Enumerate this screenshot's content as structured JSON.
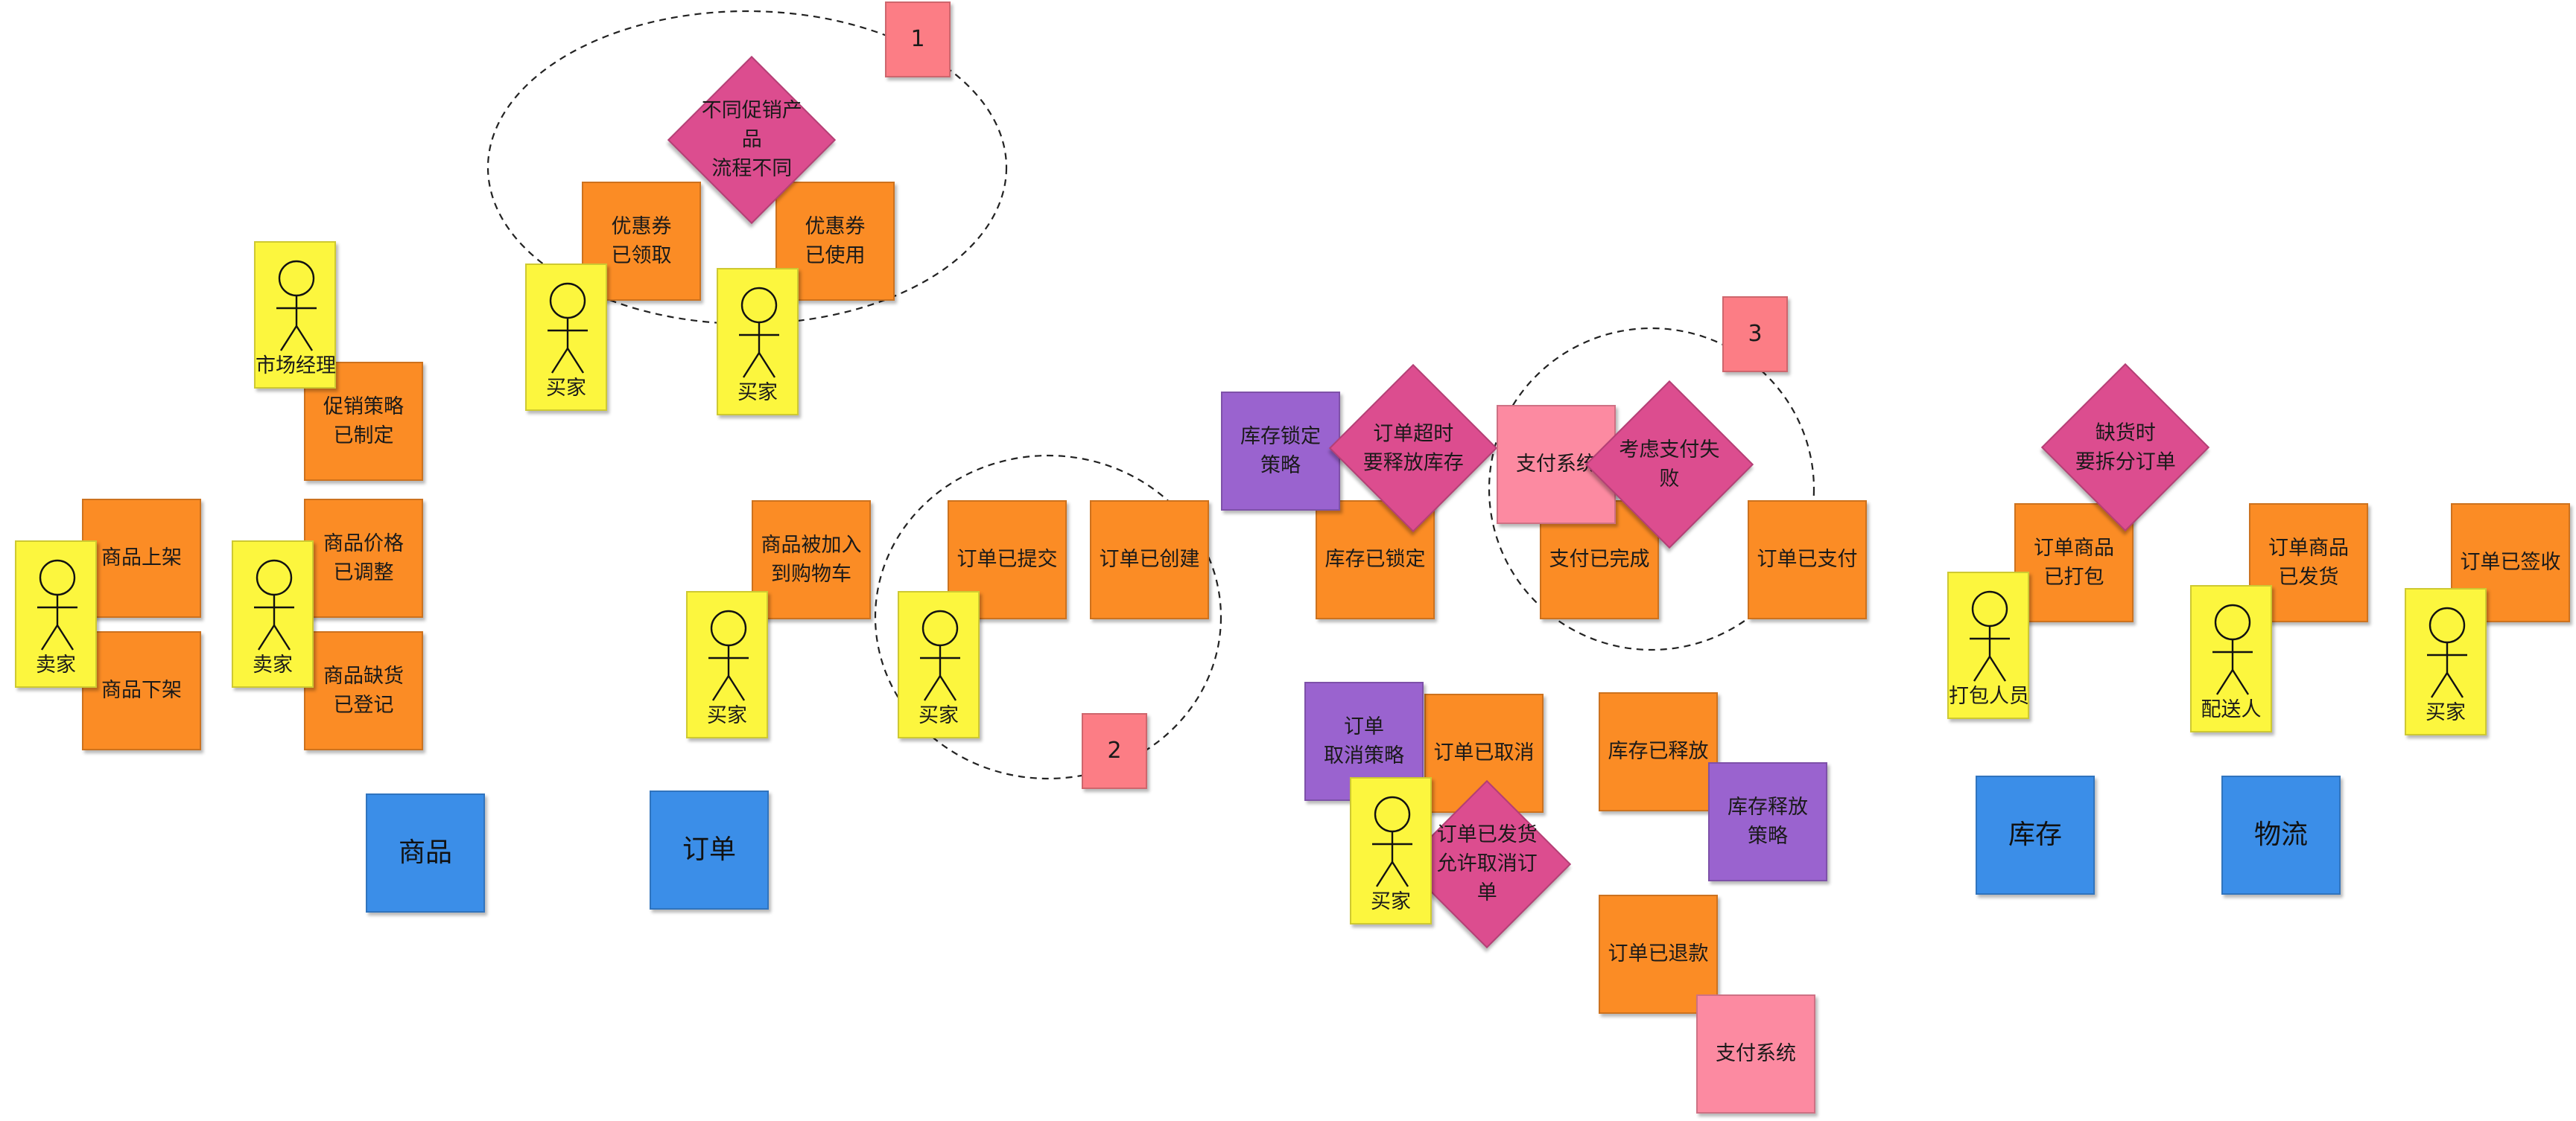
{
  "aggregates": {
    "product": "商品",
    "order": "订单",
    "inventory": "库存",
    "logistics": "物流"
  },
  "events": {
    "product_listed": "商品上架",
    "product_delisted": "商品下架",
    "promo_strategy_made": "促销策略\n已制定",
    "price_adjusted": "商品价格\n已调整",
    "stockout_registered": "商品缺货\n已登记",
    "coupon_claimed": "优惠券\n已领取",
    "coupon_used": "优惠券\n已使用",
    "added_to_cart": "商品被加入\n到购物车",
    "order_submitted": "订单已提交",
    "order_created": "订单已创建",
    "stock_locked": "库存已锁定",
    "payment_completed": "支付已完成",
    "order_paid": "订单已支付",
    "order_cancelled": "订单已取消",
    "stock_released": "库存已释放",
    "order_refunded": "订单已退款",
    "goods_packed": "订单商品\n已打包",
    "goods_shipped": "订单商品\n已发货",
    "order_signed": "订单已签收"
  },
  "policies": {
    "stock_lock_policy": "库存锁定\n策略",
    "order_cancel_policy": "订单\n取消策略",
    "stock_release_policy": "库存释放\n策略"
  },
  "hotspots": {
    "promo_flow": "不同促销产品\n流程不同",
    "timeout_release": "订单超时\n要释放库存",
    "payment_failure": "考虑支付失败",
    "shipped_cancel": "订单已发货\n允许取消订单",
    "split_order": "缺货时\n要拆分订单"
  },
  "external_systems": {
    "payment_system_1": "支付系统",
    "payment_system_2": "支付系统"
  },
  "actors": {
    "seller_1": "卖家",
    "seller_2": "卖家",
    "market_manager": "市场经理",
    "buyer_coupon_1": "买家",
    "buyer_coupon_2": "买家",
    "buyer_cart": "买家",
    "buyer_submit": "买家",
    "buyer_cancel": "买家",
    "packer": "打包人员",
    "courier": "配送人",
    "buyer_sign": "买家"
  },
  "markers": {
    "m1": "1",
    "m2": "2",
    "m3": "3"
  }
}
